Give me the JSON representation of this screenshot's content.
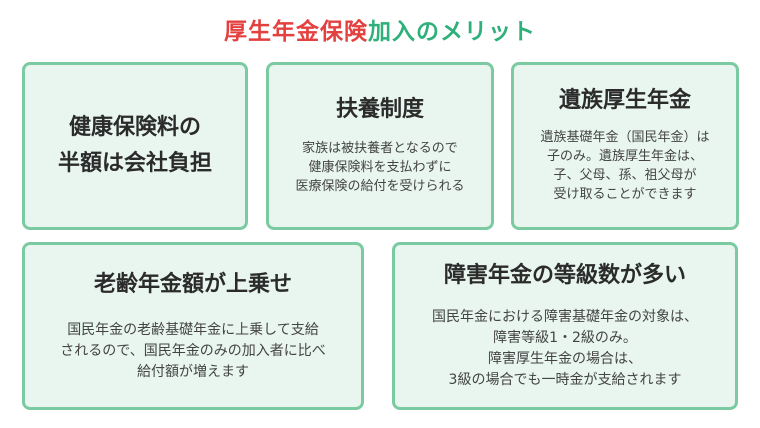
{
  "title": {
    "part1": "厚生年金保険",
    "part2": "加入のメリット"
  },
  "cards": [
    {
      "heading_lines": [
        "健康保険料の",
        "半額は会社負担"
      ],
      "desc_lines": []
    },
    {
      "heading_lines": [
        "扶養制度"
      ],
      "desc_lines": [
        "家族は被扶養者となるので",
        "健康保険料を支払わずに",
        "医療保険の給付を受けられる"
      ]
    },
    {
      "heading_lines": [
        "遺族厚生年金"
      ],
      "desc_lines": [
        "遺族基礎年金（国民年金）は",
        "子のみ。遺族厚生年金は、",
        "子、父母、孫、祖父母が",
        "受け取ることができます"
      ]
    },
    {
      "heading_lines": [
        "老齢年金額が上乗せ"
      ],
      "desc_lines": [
        "国民年金の老齢基礎年金に上乗して支給",
        "されるので、国民年金のみの加入者に比べ",
        "給付額が増えます"
      ]
    },
    {
      "heading_lines": [
        "障害年金の等級数が多い"
      ],
      "desc_lines": [
        "国民年金における障害基礎年金の対象は、",
        "障害等級1・2級のみ。",
        "障害厚生年金の場合は、",
        "3級の場合でも一時金が支給されます"
      ]
    }
  ],
  "colors": {
    "title_red": "#e3413f",
    "title_green": "#2fb07a",
    "card_bg": "#e8f6ef",
    "card_border": "#7ccaa2"
  }
}
